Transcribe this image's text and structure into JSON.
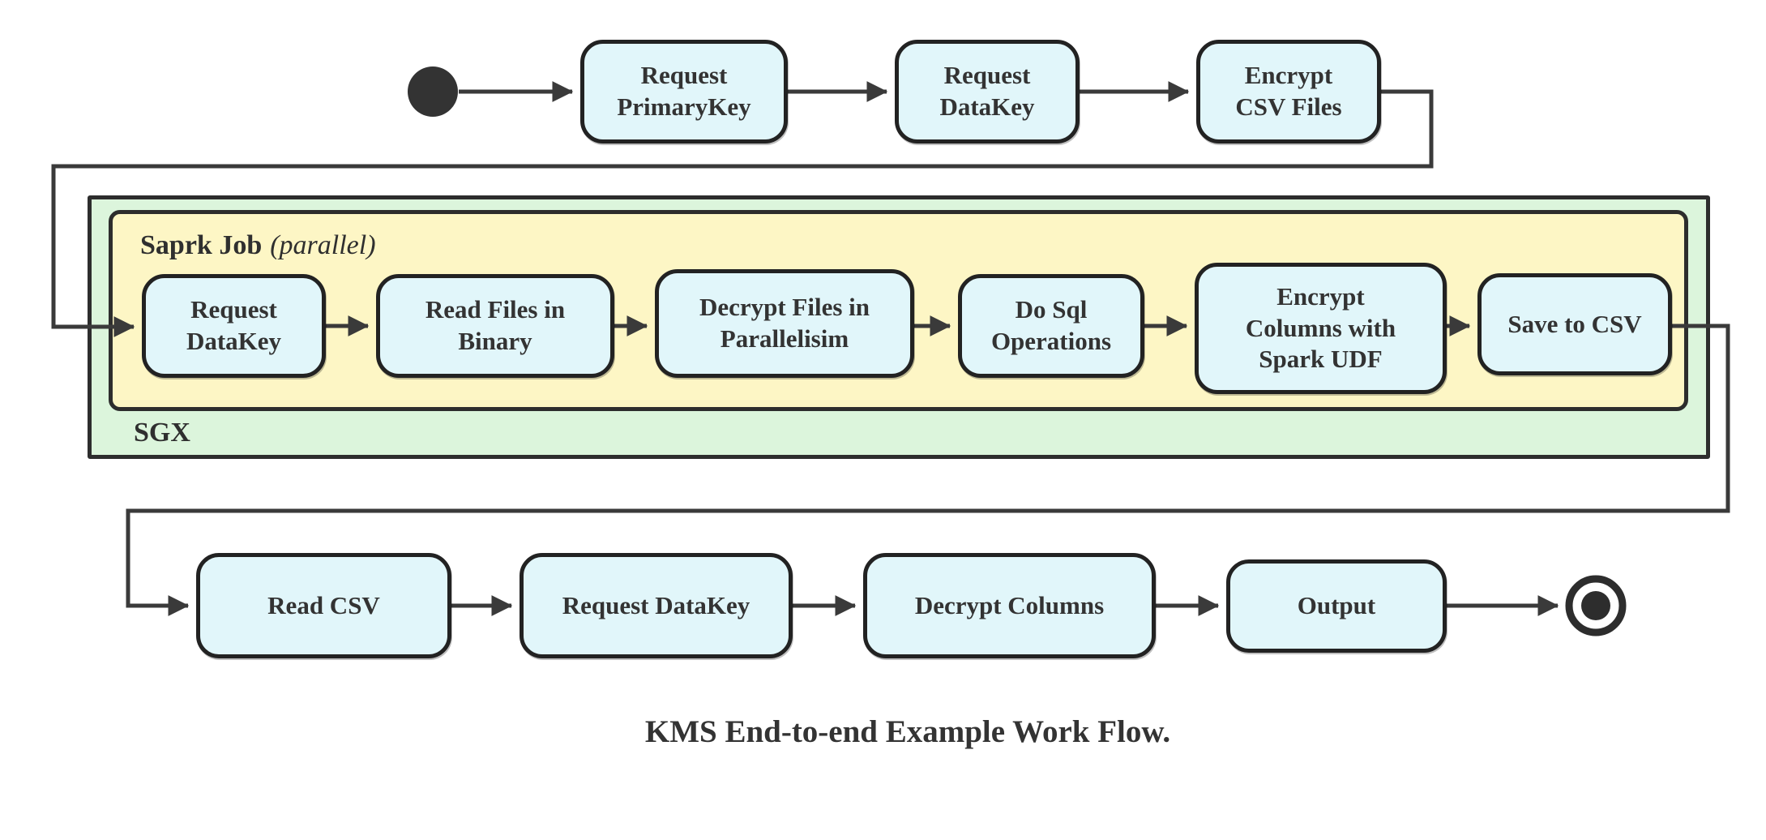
{
  "caption": "KMS End-to-end Example Work Flow.",
  "containers": {
    "spark": {
      "title": "Saprk Job",
      "annotation": "(parallel)"
    },
    "sgx": {
      "label": "SGX"
    }
  },
  "nodes": {
    "top": [
      {
        "id": "request-primarykey",
        "label": "Request\nPrimaryKey"
      },
      {
        "id": "request-datakey",
        "label": "Request\nDataKey"
      },
      {
        "id": "encrypt-csv-files",
        "label": "Encrypt\nCSV Files"
      }
    ],
    "spark": [
      {
        "id": "request-datakey-sgx",
        "label": "Request\nDataKey"
      },
      {
        "id": "read-files-in-binary",
        "label": "Read Files in\nBinary"
      },
      {
        "id": "decrypt-files-in-parallelisim",
        "label": "Decrypt Files in\nParallelisim"
      },
      {
        "id": "do-sql-operations",
        "label": "Do Sql\nOperations"
      },
      {
        "id": "encrypt-columns-with-spark-udf",
        "label": "Encrypt\nColumns with\nSpark UDF"
      },
      {
        "id": "save-to-csv",
        "label": "Save to CSV"
      }
    ],
    "bottom": [
      {
        "id": "read-csv",
        "label": "Read CSV"
      },
      {
        "id": "request-datakey-out",
        "label": "Request DataKey"
      },
      {
        "id": "decrypt-columns",
        "label": "Decrypt Columns"
      },
      {
        "id": "output",
        "label": "Output"
      }
    ]
  },
  "colors": {
    "node_fill": "#e1f6fa",
    "sgx_fill": "#dcf5dc",
    "spark_fill": "#fdf6c5",
    "border": "#2d2d2d",
    "edge": "#3a3a3a",
    "text": "#333333"
  }
}
